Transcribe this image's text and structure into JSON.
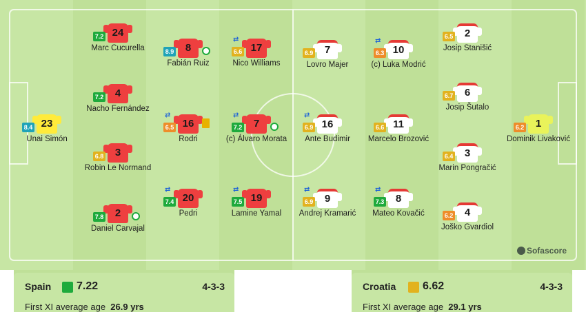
{
  "spain": {
    "name": "Spain",
    "team_rating": "7.22",
    "rating_color": "#1eaa3c",
    "formation": "4-3-3",
    "age_label": "First XI average age",
    "age_value": "26.9 yrs",
    "players": [
      {
        "number": "23",
        "name": "Unai Simón",
        "rating": "8.4",
        "rating_tone": "teal",
        "kit": "goalkeeper"
      },
      {
        "number": "24",
        "name": "Marc Cucurella",
        "rating": "7.2",
        "rating_tone": "green",
        "kit": "outfield"
      },
      {
        "number": "4",
        "name": "Nacho Fernández",
        "rating": "7.2",
        "rating_tone": "green",
        "kit": "outfield"
      },
      {
        "number": "3",
        "name": "Robin Le Normand",
        "rating": "6.8",
        "rating_tone": "yellow",
        "kit": "outfield"
      },
      {
        "number": "2",
        "name": "Daniel Carvajal",
        "rating": "7.8",
        "rating_tone": "green",
        "kit": "outfield",
        "goal": true
      },
      {
        "number": "8",
        "name": "Fabián Ruiz",
        "rating": "8.9",
        "rating_tone": "teal",
        "kit": "outfield",
        "goal": true
      },
      {
        "number": "16",
        "name": "Rodri",
        "rating": "6.5",
        "rating_tone": "orange",
        "kit": "outfield",
        "sub": true,
        "yellow_card": true
      },
      {
        "number": "20",
        "name": "Pedri",
        "rating": "7.4",
        "rating_tone": "green",
        "kit": "outfield",
        "sub": true
      },
      {
        "number": "17",
        "name": "Nico Williams",
        "rating": "6.6",
        "rating_tone": "yellow",
        "kit": "outfield",
        "sub": true
      },
      {
        "number": "7",
        "name": "(c) Álvaro Morata",
        "rating": "7.2",
        "rating_tone": "green",
        "kit": "outfield",
        "sub": true,
        "goal": true
      },
      {
        "number": "19",
        "name": "Lamine Yamal",
        "rating": "7.5",
        "rating_tone": "green",
        "kit": "outfield",
        "sub": true
      }
    ]
  },
  "croatia": {
    "name": "Croatia",
    "team_rating": "6.62",
    "rating_color": "#e2b21f",
    "formation": "4-3-3",
    "age_label": "First XI average age",
    "age_value": "29.1 yrs",
    "players": [
      {
        "number": "7",
        "name": "Lovro Majer",
        "rating": "6.9",
        "rating_tone": "yellow",
        "kit": "outfield"
      },
      {
        "number": "16",
        "name": "Ante Budimir",
        "rating": "6.9",
        "rating_tone": "yellow",
        "kit": "outfield",
        "sub": true
      },
      {
        "number": "9",
        "name": "Andrej Kramarić",
        "rating": "6.9",
        "rating_tone": "yellow",
        "kit": "outfield",
        "sub": true
      },
      {
        "number": "10",
        "name": "(c) Luka Modrić",
        "rating": "6.3",
        "rating_tone": "orange",
        "kit": "outfield",
        "sub": true
      },
      {
        "number": "11",
        "name": "Marcelo Brozović",
        "rating": "6.6",
        "rating_tone": "yellow",
        "kit": "outfield"
      },
      {
        "number": "8",
        "name": "Mateo Kovačić",
        "rating": "7.3",
        "rating_tone": "green",
        "kit": "outfield",
        "sub": true
      },
      {
        "number": "2",
        "name": "Josip Stanišić",
        "rating": "6.5",
        "rating_tone": "yellow",
        "kit": "outfield"
      },
      {
        "number": "6",
        "name": "Josip Šutalo",
        "rating": "6.7",
        "rating_tone": "yellow",
        "kit": "outfield"
      },
      {
        "number": "3",
        "name": "Marin Pongračić",
        "rating": "6.4",
        "rating_tone": "yellow",
        "kit": "outfield"
      },
      {
        "number": "4",
        "name": "Joško Gvardiol",
        "rating": "6.2",
        "rating_tone": "orange",
        "kit": "outfield"
      },
      {
        "number": "1",
        "name": "Dominik Livaković",
        "rating": "6.2",
        "rating_tone": "orange",
        "kit": "goalkeeper"
      }
    ]
  },
  "watermark": "Sofascore",
  "icons": {
    "substitution": "swap-arrows-icon",
    "yellow_card": "yellow-card-icon",
    "goal": "football-icon"
  }
}
